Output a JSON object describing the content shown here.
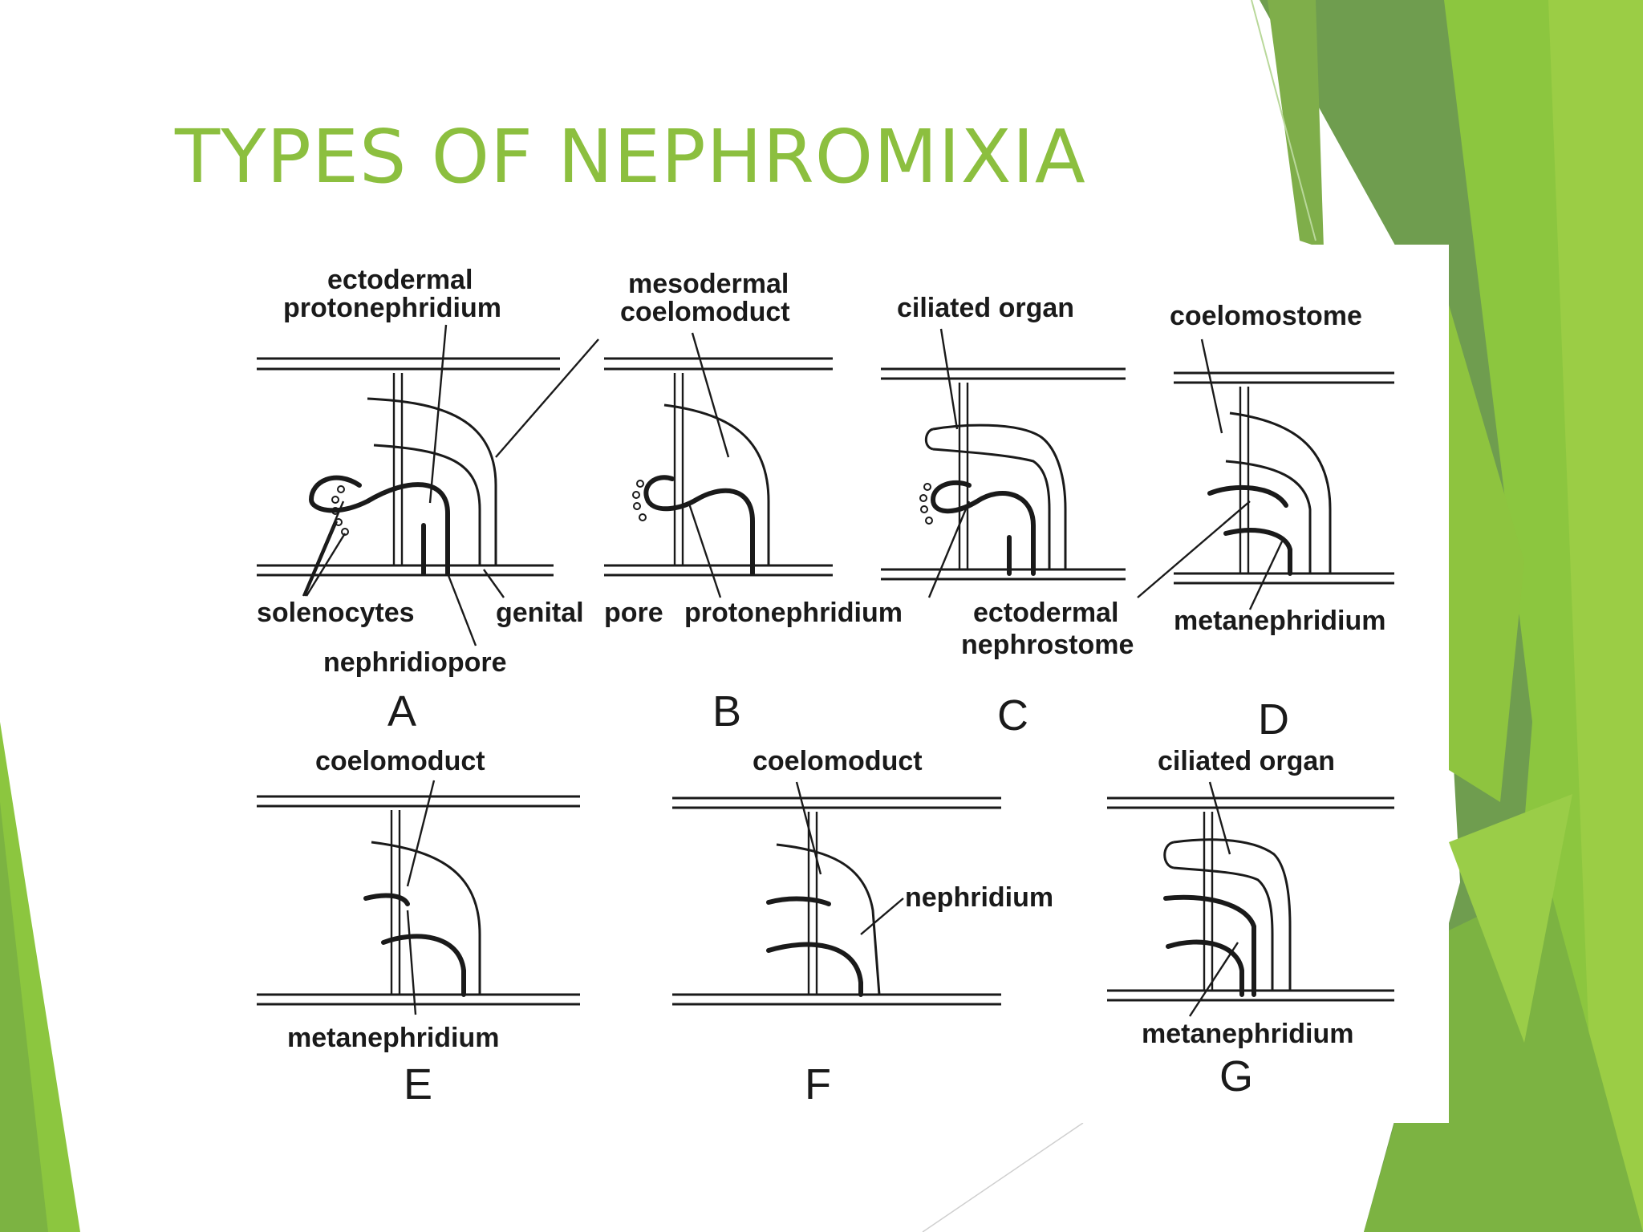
{
  "slide": {
    "title": "TYPES OF NEPHROMIXIA",
    "colors": {
      "title": "#8cbf3f",
      "accent_light": "#8cc63f",
      "accent_dark": "#6a9a3e"
    }
  },
  "figure": {
    "panels": [
      {
        "letter": "A",
        "labels": [
          "ectodermal",
          "protonephridium",
          "solenocytes",
          "nephridiopore",
          "genital"
        ]
      },
      {
        "letter": "B",
        "labels": [
          "mesodermal",
          "coelomoduct",
          "pore",
          "protonephridium"
        ]
      },
      {
        "letter": "C",
        "labels": [
          "ciliated organ",
          "ectodermal",
          "nephrostome"
        ]
      },
      {
        "letter": "D",
        "labels": [
          "coelomostome",
          "metanephridium"
        ]
      },
      {
        "letter": "E",
        "labels": [
          "coelomoduct",
          "metanephridium"
        ]
      },
      {
        "letter": "F",
        "labels": [
          "coelomoduct",
          "nephridium"
        ]
      },
      {
        "letter": "G",
        "labels": [
          "ciliated organ",
          "metanephridium"
        ]
      }
    ]
  }
}
